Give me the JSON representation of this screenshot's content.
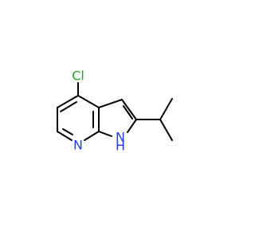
{
  "molecule": {
    "atoms": {
      "cl": {
        "label": "Cl",
        "color": "#22aa22"
      },
      "n_pyridine": {
        "label": "N",
        "color": "#1f3bff"
      },
      "n_pyrrole": {
        "label": "N",
        "color": "#1f3bff"
      },
      "h_pyrrole": {
        "label": "H",
        "color": "#1f3bff"
      }
    },
    "bond_color": "#000000"
  }
}
